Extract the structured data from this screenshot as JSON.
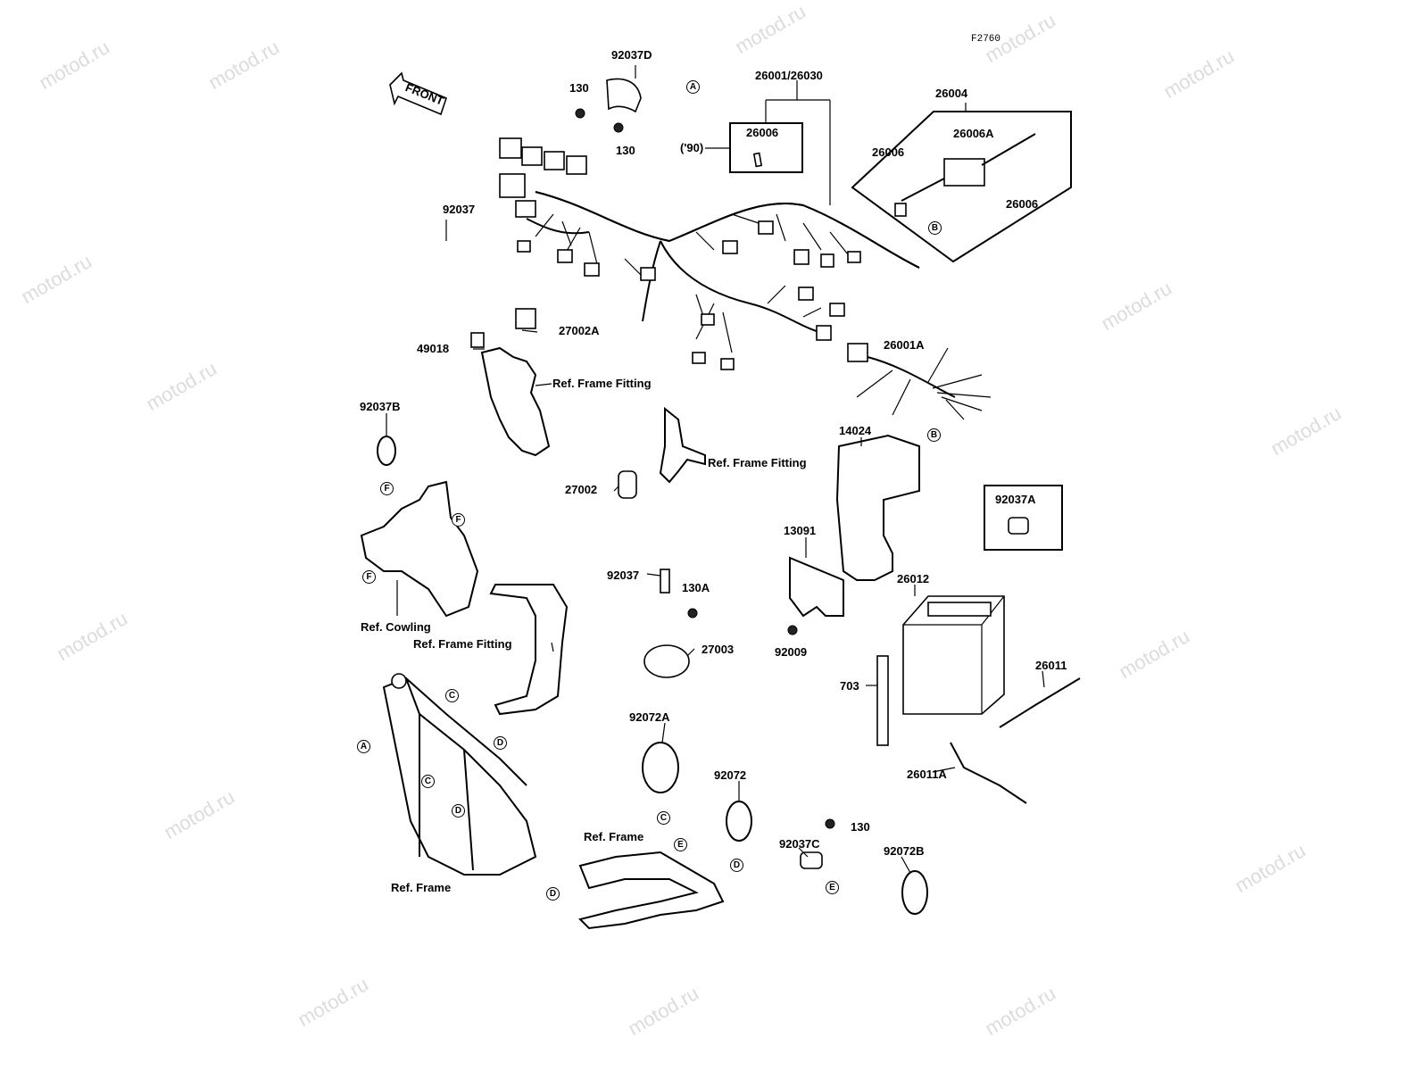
{
  "diagram": {
    "ident": "F2760",
    "front_label": "FRONT",
    "callouts": {
      "p92037D": "92037D",
      "p130_a": "130",
      "p130_b": "130",
      "p26001_26030": "26001/26030",
      "p26004": "26004",
      "p26006_box": "26006",
      "p90": "('90)",
      "p26006_left": "26006",
      "p26006A": "26006A",
      "p26006_right": "26006",
      "p92037": "92037",
      "p27002A": "27002A",
      "p49018": "49018",
      "ref_frame_fitting_1": "Ref. Frame Fitting",
      "p26001A": "26001A",
      "p92037B": "92037B",
      "p14024": "14024",
      "ref_frame_fitting_2": "Ref. Frame Fitting",
      "p27002": "27002",
      "p92037A": "92037A",
      "p13091": "13091",
      "p92037_mid": "92037",
      "p130A": "130A",
      "ref_cowling": "Ref. Cowling",
      "ref_frame_fitting_3": "Ref. Frame Fitting",
      "p27003": "27003",
      "p26012": "26012",
      "p92009": "92009",
      "p703": "703",
      "p26011": "26011",
      "p26011A": "26011A",
      "p92072A": "92072A",
      "p92072": "92072",
      "ref_frame_1": "Ref. Frame",
      "ref_frame_2": "Ref. Frame",
      "p92037C": "92037C",
      "p130_c": "130",
      "p92072B": "92072B"
    },
    "markers": {
      "A": "A",
      "B": "B",
      "C": "C",
      "D": "D",
      "E": "E",
      "F": "F"
    },
    "watermark": "motod.ru"
  }
}
